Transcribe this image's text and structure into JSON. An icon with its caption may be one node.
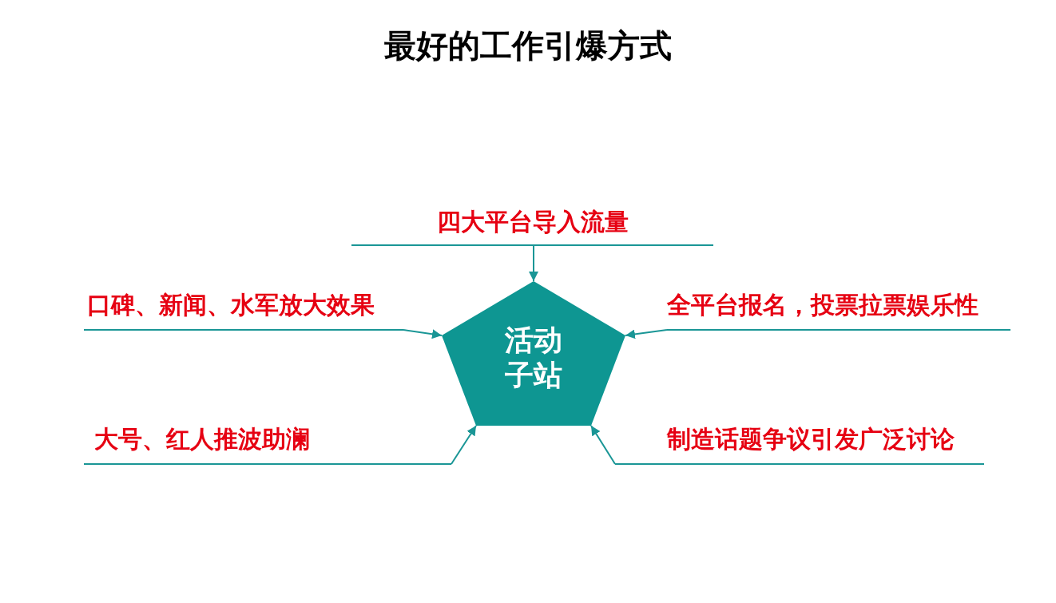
{
  "diagram": {
    "title": "最好的工作引爆方式",
    "nodes": [
      {
        "text": [
          "活动子站"
        ]
      },
      {
        "text": [
          "四大平台导入流量"
        ]
      },
      {
        "text": [
          "口碑、新闻、水军放大效果"
        ]
      },
      {
        "text": [
          "全平台报名，投票拉票娱乐性"
        ]
      },
      {
        "text": [
          "大号、红人推波助澜"
        ]
      },
      {
        "text": [
          "制造话题争议引发广泛讨论"
        ]
      }
    ],
    "edges": [
      {
        "from": 1,
        "to": 0,
        "arrow": "to"
      },
      {
        "from": 2,
        "to": 0,
        "arrow": "to"
      },
      {
        "from": 3,
        "to": 0,
        "arrow": "to"
      },
      {
        "from": 4,
        "to": 0,
        "arrow": "to"
      },
      {
        "from": 5,
        "to": 0,
        "arrow": "to"
      }
    ]
  }
}
